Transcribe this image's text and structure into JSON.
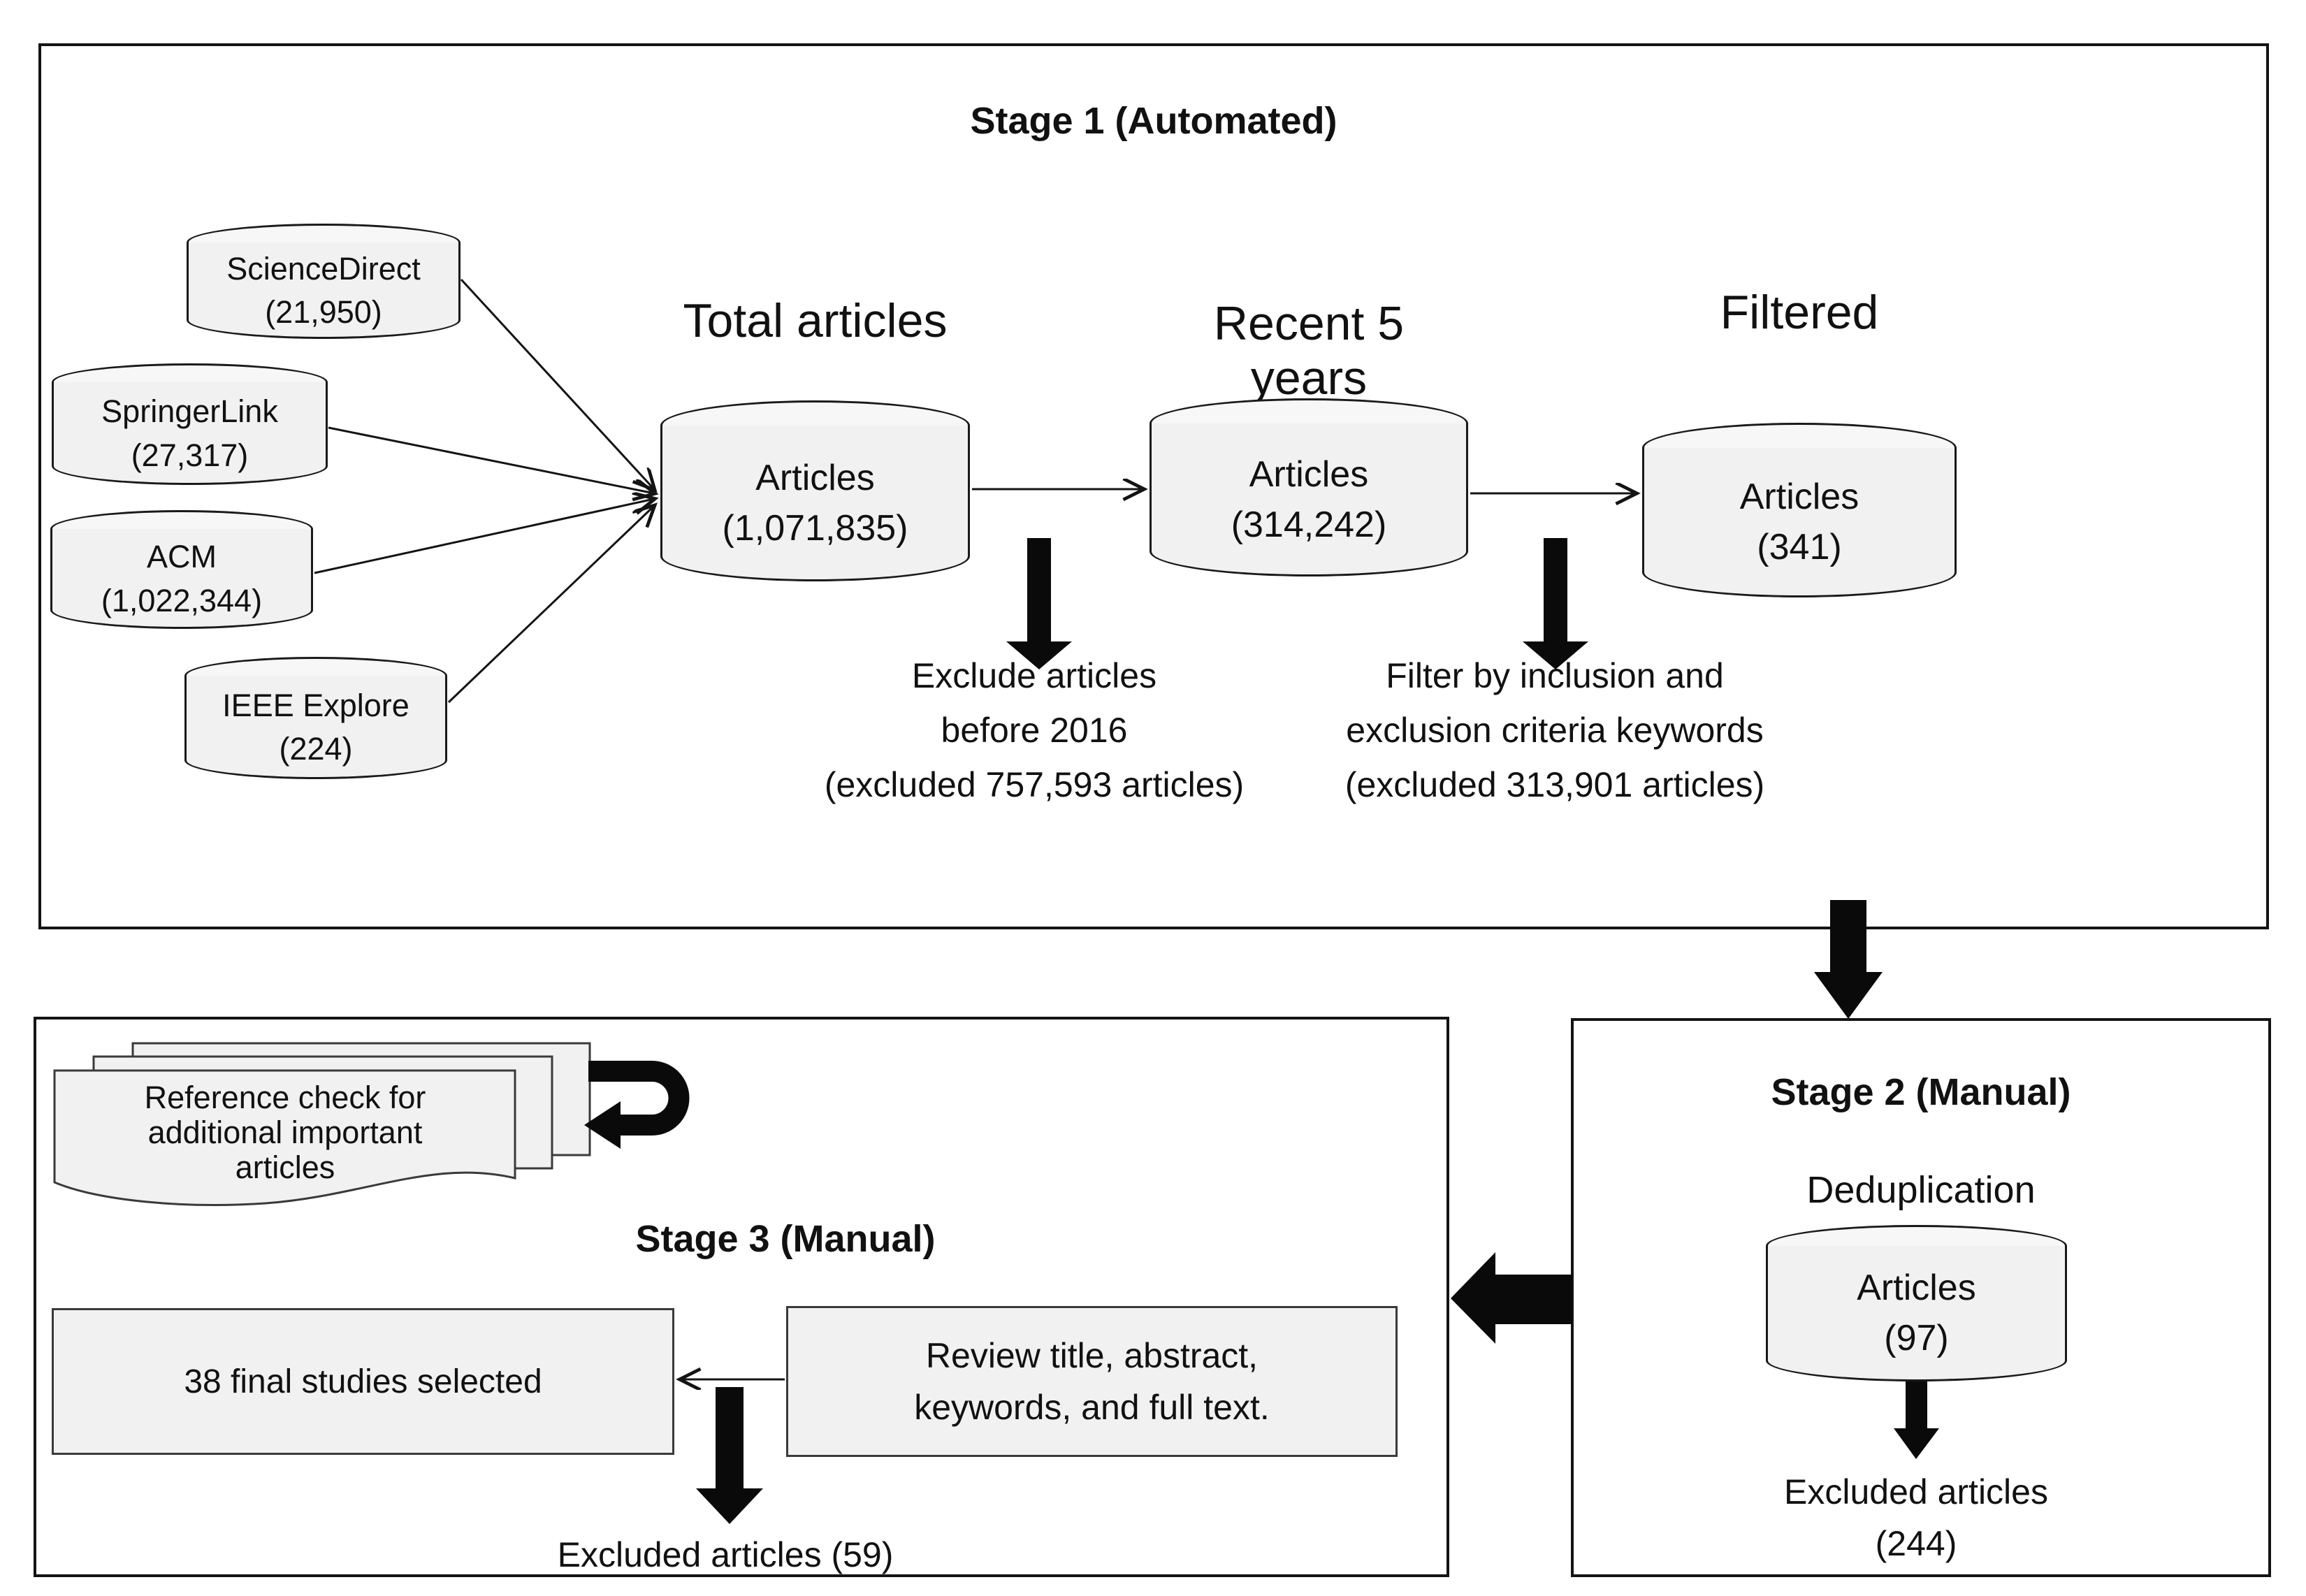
{
  "stage1": {
    "title": "Stage 1 (Automated)",
    "databases": [
      {
        "name": "ScienceDirect",
        "count": "(21,950)"
      },
      {
        "name": "SpringerLink",
        "count": "(27,317)"
      },
      {
        "name": "ACM",
        "count": "(1,022,344)"
      },
      {
        "name": "IEEE Explore",
        "count": "(224)"
      }
    ],
    "columns": [
      {
        "label": "Total articles",
        "cylinder": "Articles\n(1,071,835)"
      },
      {
        "label": "Recent 5 years",
        "cylinder": "Articles\n(314,242)"
      },
      {
        "label": "Filtered",
        "cylinder": "Articles\n(341)"
      }
    ],
    "notes": [
      "Exclude articles\nbefore 2016\n(excluded 757,593 articles)",
      "Filter by inclusion and\nexclusion criteria keywords\n(excluded 313,901 articles)"
    ]
  },
  "stage2": {
    "title": "Stage 2 (Manual)",
    "subtitle": "Deduplication",
    "cylinder": "Articles\n(97)",
    "excluded": "Excluded articles\n(244)"
  },
  "stage3": {
    "title": "Stage 3 (Manual)",
    "doc_note": "Reference check for\nadditional important\narticles",
    "selected_box": "38 final studies selected",
    "review_box": "Review title, abstract,\nkeywords, and full text.",
    "excluded": "Excluded articles (59)"
  },
  "colors": {
    "background": "#ffffff",
    "shape_fill": "#f1f1f1",
    "shape_fill_top": "#f7f7f7",
    "stroke": "#1a1a1a",
    "arrow_fill": "#0a0a0a",
    "text": "#111111"
  }
}
